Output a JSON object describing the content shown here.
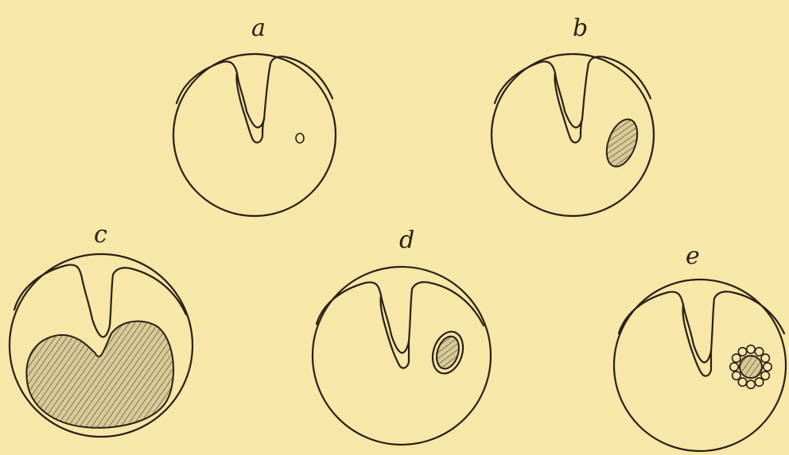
{
  "figures": [
    {
      "label": "a",
      "inclusion": "tiny-nucleus"
    },
    {
      "label": "b",
      "inclusion": "oval-body"
    },
    {
      "label": "c",
      "inclusion": "large-mass"
    },
    {
      "label": "d",
      "inclusion": "ringed-oval"
    },
    {
      "label": "e",
      "inclusion": "beaded-ring"
    }
  ],
  "colors": {
    "paper": "#f7e7a8",
    "ink": "#2a1f14",
    "shade": "#c8b78a"
  }
}
